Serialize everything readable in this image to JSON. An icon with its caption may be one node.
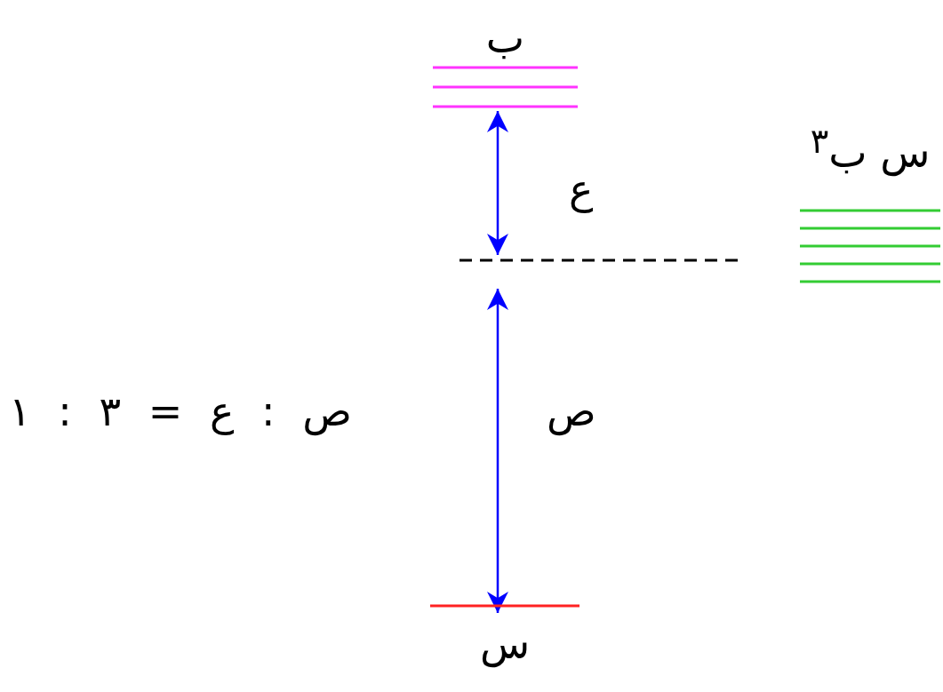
{
  "diagram": {
    "nodes": [
      {
        "text": [
          "ب"
        ]
      },
      {
        "text": [
          "س ب$^{٣}$"
        ]
      },
      {
        "text": [
          "س"
        ]
      }
    ],
    "labels": [
      "ع",
      "ص",
      "ص : ع = ٣ : ١"
    ]
  }
}
